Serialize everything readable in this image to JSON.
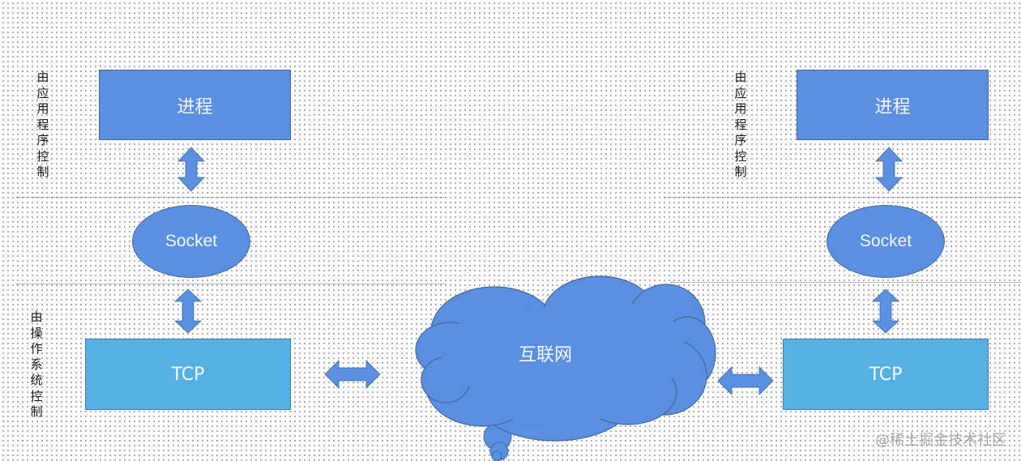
{
  "diagram": {
    "left_host": {
      "app_control_label": "由应用程序控制",
      "os_control_label": "由操作系统控制",
      "process_label": "进程",
      "socket_label": "Socket",
      "tcp_label": "TCP"
    },
    "right_host": {
      "app_control_label": "由应用程序控制",
      "process_label": "进程",
      "socket_label": "Socket",
      "tcp_label": "TCP"
    },
    "internet_label": "互联网",
    "colors": {
      "process_fill": "#5b8fdf",
      "tcp_fill": "#57b0e3",
      "arrow_fill": "#5b8fdf"
    }
  },
  "watermark": "@稀土掘金技术社区"
}
